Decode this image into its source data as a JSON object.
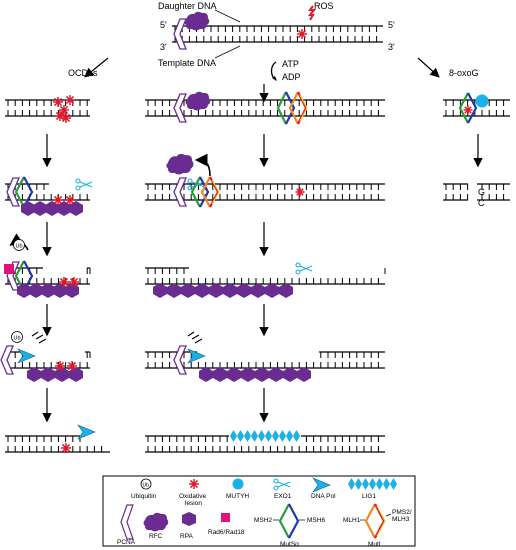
{
  "labels": {
    "daughter_dna": "Daughter DNA",
    "template_dna": "Template DNA",
    "five_prime": "5'",
    "three_prime": "3'",
    "ros": "ROS",
    "atp": "ATP",
    "adp": "ADP",
    "ocdls": "OCDLs",
    "oxog": "8-oxoG",
    "base_g": "G",
    "base_c": "C",
    "ub": "Ub"
  },
  "legend": {
    "ubiquitin": "Ubiquitin",
    "oxidative_lesion_line1": "Oxidative",
    "oxidative_lesion_line2": "lesion",
    "mutyh": "MUTYH",
    "exo1": "EXO1",
    "dna_pol": "DNA Pol",
    "lig1": "LIG1",
    "pcna": "PCNA",
    "rfc": "RFC",
    "rpa": "RPA",
    "rad6": "Rad6/Rad18",
    "msh2": "MSH2",
    "msh6": "MSH6",
    "mutsa": "MutSα",
    "mlh1": "MLH1",
    "pms2_line1": "PMS2/",
    "pms2_line2": "MLH3",
    "mutl": "MutL"
  },
  "colors": {
    "purple": "#6a2c91",
    "purple_light": "#7b3aa6",
    "red": "#e0182c",
    "cyan": "#1ab0e8",
    "magenta": "#e0137b",
    "blue": "#1e3aa8",
    "green": "#2a9a3c",
    "orange": "#f08a1c",
    "yellow": "#f0d21c"
  }
}
